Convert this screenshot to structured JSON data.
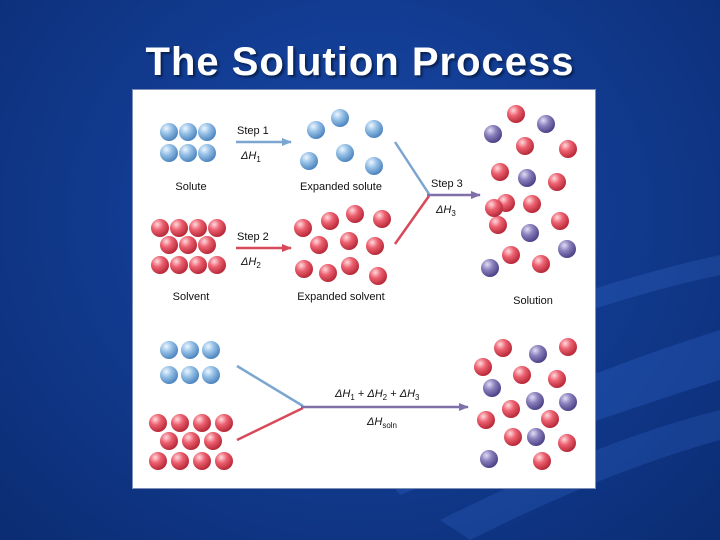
{
  "slide": {
    "title": "The Solution Process"
  },
  "diagram": {
    "labels": {
      "solute": "Solute",
      "expanded_solute": "Expanded solute",
      "solvent": "Solvent",
      "expanded_solvent": "Expanded solvent",
      "solution": "Solution"
    },
    "steps": {
      "step1": {
        "label": "Step 1",
        "delta_prefix": "ΔH",
        "delta_sub": "1"
      },
      "step2": {
        "label": "Step 2",
        "delta_prefix": "ΔH",
        "delta_sub": "2"
      },
      "step3": {
        "label": "Step 3",
        "delta_prefix": "ΔH",
        "delta_sub": "3"
      }
    },
    "combined": {
      "sum_parts": [
        {
          "prefix": "ΔH",
          "sub": "1"
        },
        {
          "prefix": "ΔH",
          "sub": "2"
        },
        {
          "prefix": "ΔH",
          "sub": "3"
        }
      ],
      "plus": "+",
      "total_prefix": "ΔH",
      "total_sub": "soln"
    },
    "colors": {
      "solute": "#7fb0dc",
      "solvent": "#e4505e",
      "dissolved_solute": "#7a6fa8",
      "arrow_blue": "#7aa6cf",
      "arrow_red": "#d84a5a",
      "arrow_purple": "#8070aa"
    }
  }
}
